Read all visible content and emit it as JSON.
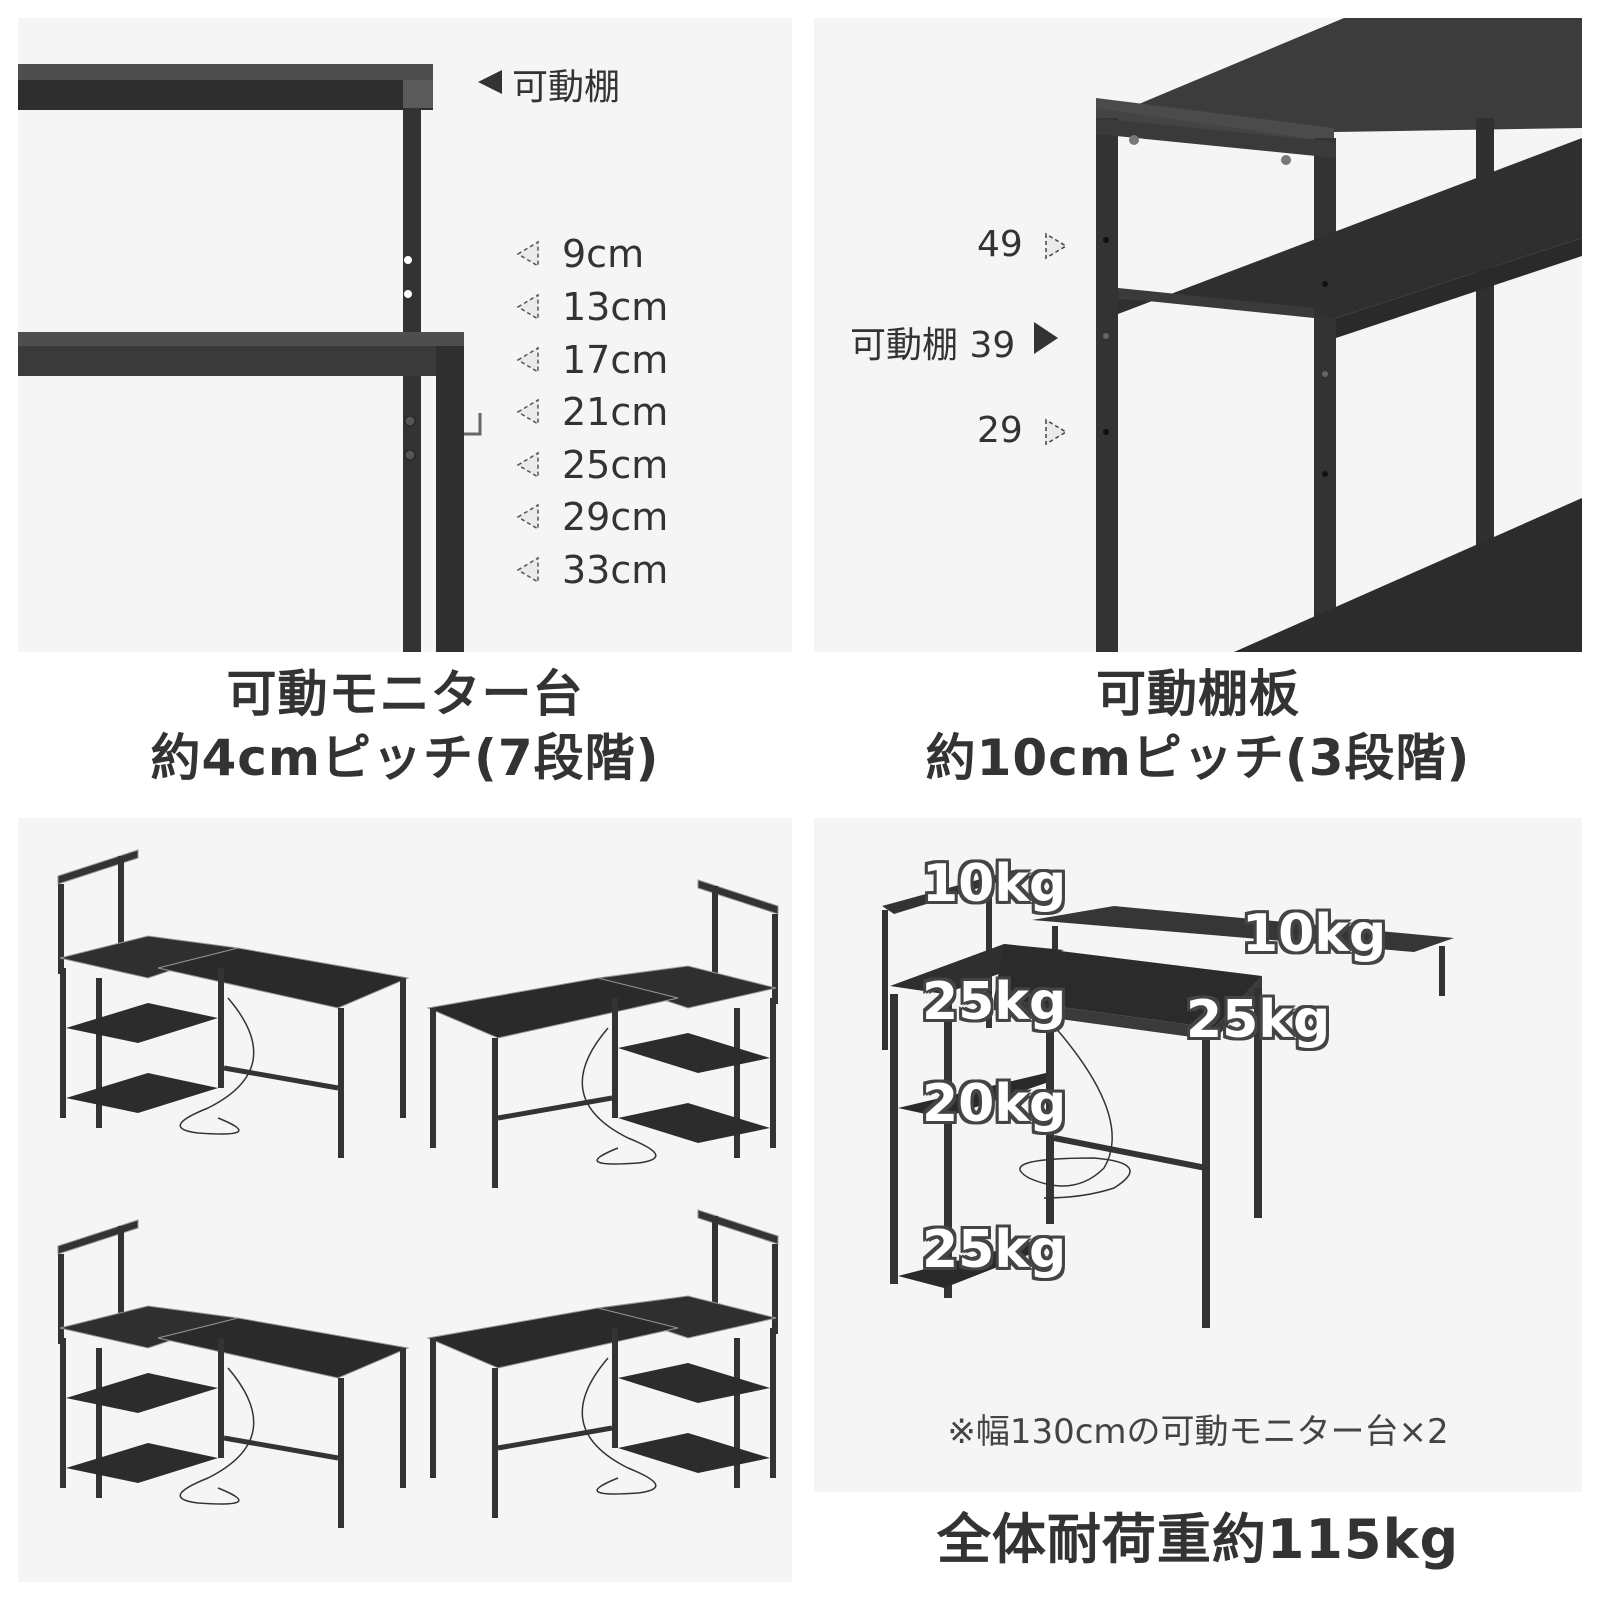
{
  "panels": {
    "monitor_stand": {
      "shelf_label": "可動棚",
      "pitch_options": [
        "9cm",
        "13cm",
        "17cm",
        "21cm",
        "25cm",
        "29cm",
        "33cm"
      ],
      "caption_line1": "可動モニター台",
      "caption_line2": "約4cmピッチ(7段階)"
    },
    "shelf_board": {
      "positions": [
        {
          "value": "49",
          "active": false
        },
        {
          "value": "39",
          "active": true,
          "label": "可動棚"
        },
        {
          "value": "29",
          "active": false
        }
      ],
      "caption_line1": "可動棚板",
      "caption_line2": "約10cmピッチ(3段階)"
    },
    "layouts": {
      "variants": [
        "layout-1",
        "layout-2",
        "layout-3",
        "layout-4"
      ]
    },
    "load_capacity": {
      "loads": {
        "left_top_shelf": "10kg",
        "right_monitor_shelf": "10kg",
        "left_desk_top": "25kg",
        "main_desk_top": "25kg",
        "middle_shelf": "20kg",
        "bottom_shelf": "25kg"
      },
      "note": "※幅130cmの可動モニター台×2",
      "caption": "全体耐荷重約115kg"
    }
  },
  "colors": {
    "panel_bg": "#f5f5f5",
    "furniture": "#333333",
    "furniture_light": "#4a4a4a",
    "text": "#333333"
  }
}
